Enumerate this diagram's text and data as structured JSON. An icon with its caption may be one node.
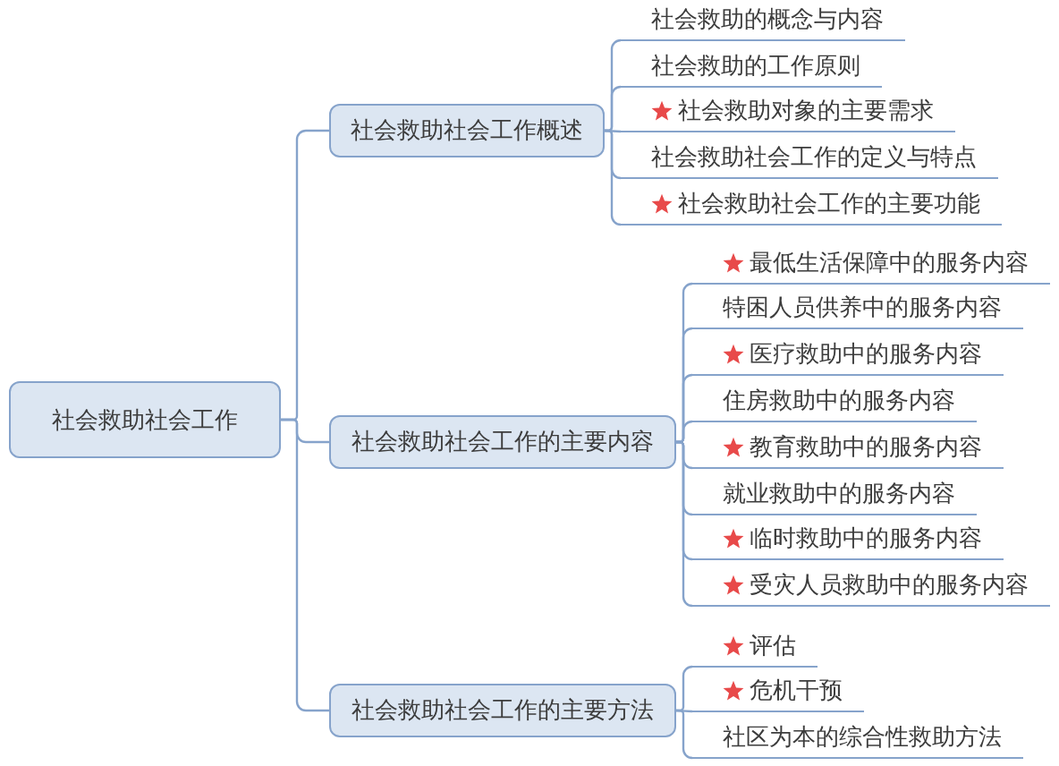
{
  "diagram": {
    "nodes": [
      {
        "text": [
          "社会救助社会工作"
        ]
      },
      {
        "text": [
          "社会救助社会工作概述"
        ]
      },
      {
        "text": [
          "社会救助的概念与内容"
        ]
      },
      {
        "text": [
          "社会救助的工作原则"
        ]
      },
      {
        "text": [
          "社会救助对象的主要需求"
        ]
      },
      {
        "text": [
          "社会救助社会工作的定义与特点"
        ]
      },
      {
        "text": [
          "社会救助社会工作的主要功能"
        ]
      },
      {
        "text": [
          "社会救助社会工作的主要内容"
        ]
      },
      {
        "text": [
          "最低生活保障中的服务内容"
        ]
      },
      {
        "text": [
          "特困人员供养中的服务内容"
        ]
      },
      {
        "text": [
          "医疗救助中的服务内容"
        ]
      },
      {
        "text": [
          "住房救助中的服务内容"
        ]
      },
      {
        "text": [
          "教育救助中的服务内容"
        ]
      },
      {
        "text": [
          "就业救助中的服务内容"
        ]
      },
      {
        "text": [
          "临时救助中的服务内容"
        ]
      },
      {
        "text": [
          "受灾人员救助中的服务内容"
        ]
      },
      {
        "text": [
          "社会救助社会工作的主要方法"
        ]
      },
      {
        "text": [
          "评估"
        ]
      },
      {
        "text": [
          "危机干预"
        ]
      },
      {
        "text": [
          "社区为本的综合性救助方法"
        ]
      }
    ],
    "edges": [
      {
        "from": 0,
        "to": 1,
        "arrow": "none"
      },
      {
        "from": 0,
        "to": 7,
        "arrow": "none"
      },
      {
        "from": 0,
        "to": 16,
        "arrow": "none"
      },
      {
        "from": 1,
        "to": 2,
        "arrow": "none"
      },
      {
        "from": 1,
        "to": 3,
        "arrow": "none"
      },
      {
        "from": 1,
        "to": 4,
        "arrow": "none"
      },
      {
        "from": 1,
        "to": 5,
        "arrow": "none"
      },
      {
        "from": 1,
        "to": 6,
        "arrow": "none"
      },
      {
        "from": 7,
        "to": 8,
        "arrow": "none"
      },
      {
        "from": 7,
        "to": 9,
        "arrow": "none"
      },
      {
        "from": 7,
        "to": 10,
        "arrow": "none"
      },
      {
        "from": 7,
        "to": 11,
        "arrow": "none"
      },
      {
        "from": 7,
        "to": 12,
        "arrow": "none"
      },
      {
        "from": 7,
        "to": 13,
        "arrow": "none"
      },
      {
        "from": 7,
        "to": 14,
        "arrow": "none"
      },
      {
        "from": 7,
        "to": 15,
        "arrow": "none"
      },
      {
        "from": 16,
        "to": 17,
        "arrow": "none"
      },
      {
        "from": 16,
        "to": 18,
        "arrow": "none"
      },
      {
        "from": 16,
        "to": 19,
        "arrow": "none"
      }
    ]
  }
}
